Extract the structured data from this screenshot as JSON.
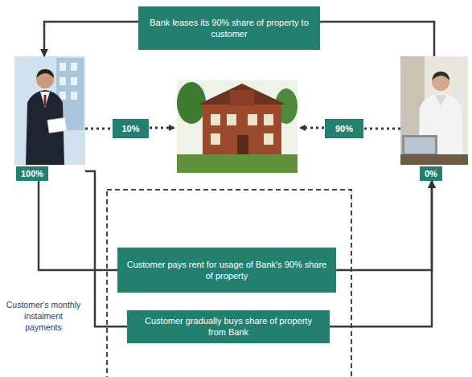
{
  "diagram": {
    "nodes": [
      {
        "text": [
          "Bank leases its 90% share of property to customer"
        ]
      },
      {
        "text": [
          "100%"
        ]
      },
      {
        "text": [
          "10%"
        ]
      },
      {
        "text": [
          "90%"
        ]
      },
      {
        "text": [
          "0%"
        ]
      },
      {
        "text": [
          "Customer pays rent for usage of Bank's 90% share of property"
        ]
      },
      {
        "text": [
          "Customer gradually buys share of property from Bank"
        ]
      }
    ],
    "edges": [
      {
        "from": 4,
        "to": 0,
        "arrow": "none"
      },
      {
        "from": 0,
        "to": 1,
        "arrow": "to"
      },
      {
        "from": 1,
        "to": 2,
        "arrow": "none"
      },
      {
        "from": 4,
        "to": 3,
        "arrow": "none"
      },
      {
        "from": 1,
        "to": 5,
        "arrow": "none"
      },
      {
        "from": 5,
        "to": 4,
        "arrow": "to"
      },
      {
        "from": 1,
        "to": 6,
        "arrow": "none"
      },
      {
        "from": 6,
        "to": 4,
        "arrow": "to"
      }
    ],
    "labels": [
      "Customer's monthly instalment payments"
    ]
  }
}
